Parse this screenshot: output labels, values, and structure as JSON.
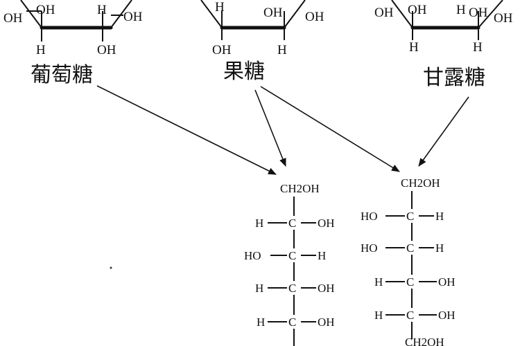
{
  "labels": {
    "glucose": "葡萄糖",
    "fructose": "果糖",
    "mannose": "甘露糖"
  },
  "ring_glucose": {
    "oh_a": "OH",
    "oh_b": "OH",
    "h_top": "H",
    "oh_right": "OH",
    "h_bottom": "H",
    "oh_bottom": "OH"
  },
  "ring_fructose": {
    "h_left": "H",
    "oh_a": "OH",
    "oh_b": "OH",
    "oh_bottom": "OH",
    "h_bottom": "H"
  },
  "ring_mannose": {
    "oh_left": "OH",
    "oh_a": "OH",
    "h_top": "H",
    "oh_b": "OH",
    "oh_right": "OH",
    "h_bottom_a": "H",
    "h_bottom_b": "H"
  },
  "sorbitol": {
    "top_group": "CH2OH",
    "rows": [
      {
        "left": "H",
        "center": "C",
        "right": "OH"
      },
      {
        "left": "HO",
        "center": "C",
        "right": "H"
      },
      {
        "left": "H",
        "center": "C",
        "right": "OH"
      },
      {
        "left": "H",
        "center": "C",
        "right": "OH"
      }
    ]
  },
  "mannitol": {
    "top_group": "CH2OH",
    "rows": [
      {
        "left": "HO",
        "center": "C",
        "right": "H"
      },
      {
        "left": "HO",
        "center": "C",
        "right": "H"
      },
      {
        "left": "H",
        "center": "C",
        "right": "OH"
      },
      {
        "left": "H",
        "center": "C",
        "right": "OH"
      }
    ],
    "bottom_group": "CH2OH"
  }
}
